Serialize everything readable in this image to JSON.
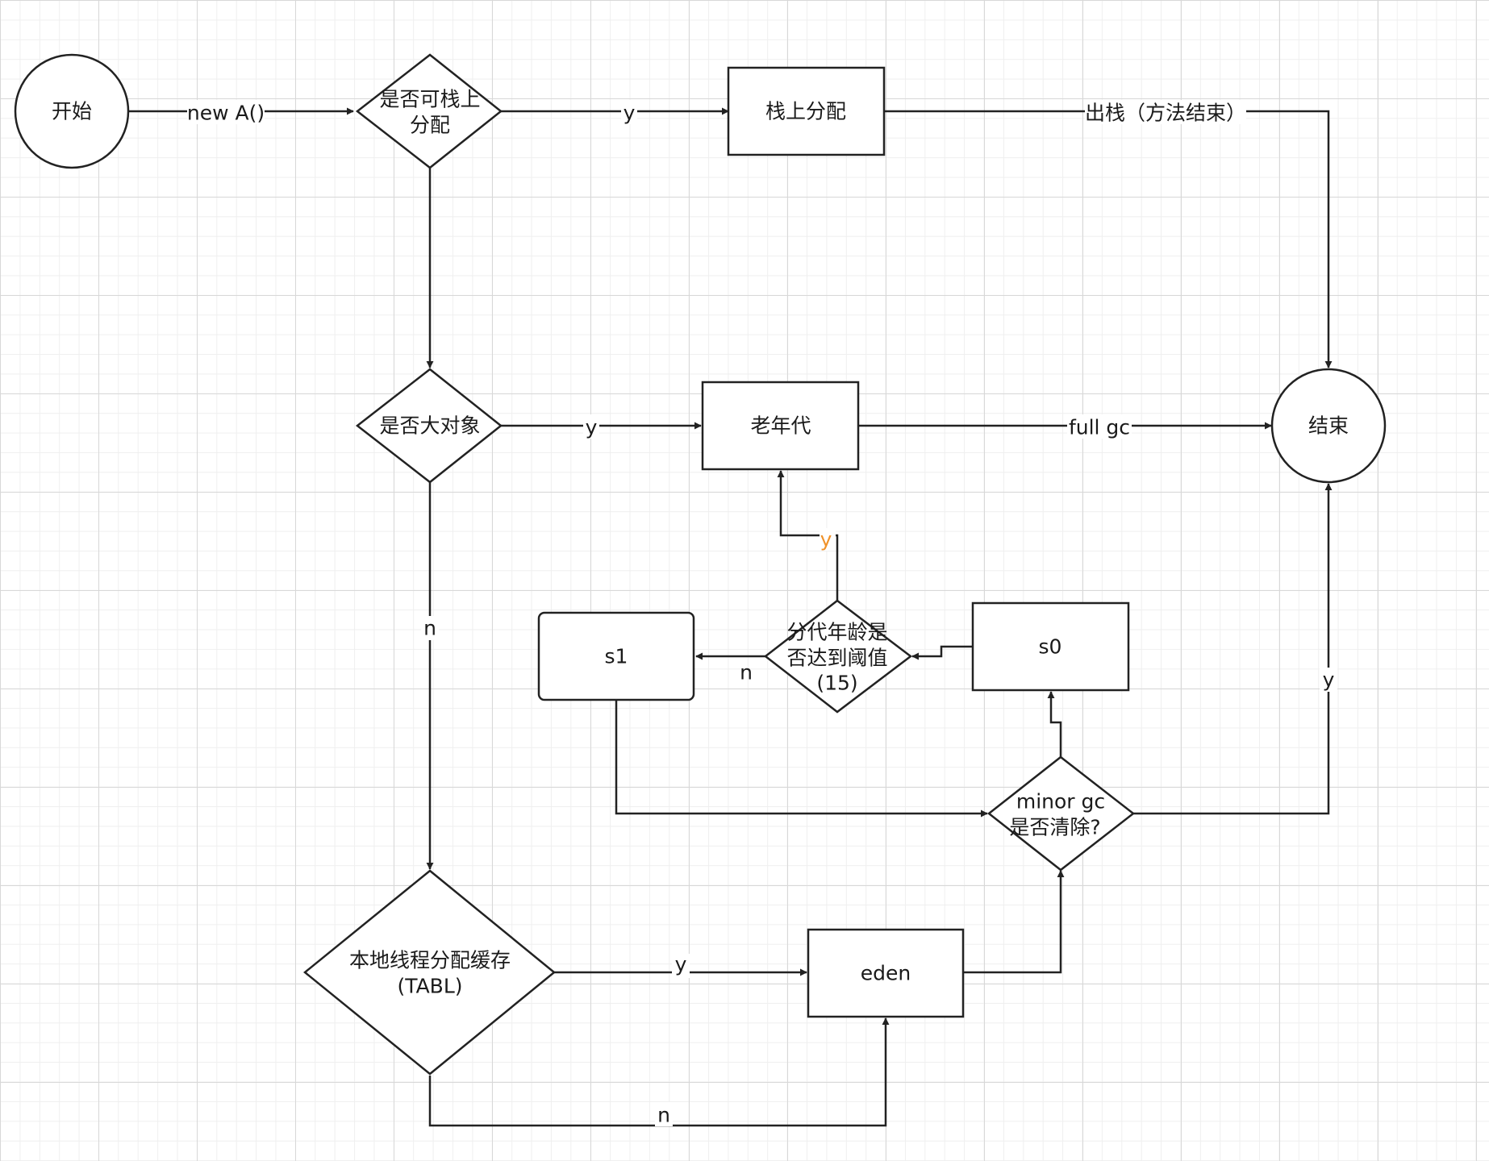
{
  "nodes": {
    "start": "开始",
    "stack_check": [
      "是否可栈上",
      "分配"
    ],
    "stack_alloc": "栈上分配",
    "large_check": "是否大对象",
    "old_gen": "老年代",
    "end": "结束",
    "s1": "s1",
    "age_check": [
      "分代年龄是",
      "否达到阈值",
      "(15)"
    ],
    "s0": "s0",
    "minor_gc": [
      "minor gc",
      "是否清除?"
    ],
    "tlab_check": [
      "本地线程分配缓存",
      "(TABL)"
    ],
    "eden": "eden"
  },
  "edges": {
    "start_to_stack": "new A()",
    "stack_yes": "y",
    "pop_stack": "出栈（方法结束）",
    "large_yes": "y",
    "large_no": "n",
    "full_gc": "full gc",
    "age_yes": "y",
    "age_no": "n",
    "tlab_yes": "y",
    "tlab_no": "n",
    "minor_yes": "y"
  },
  "colors": {
    "stroke": "#222222",
    "accent_label": "#f0922a"
  }
}
